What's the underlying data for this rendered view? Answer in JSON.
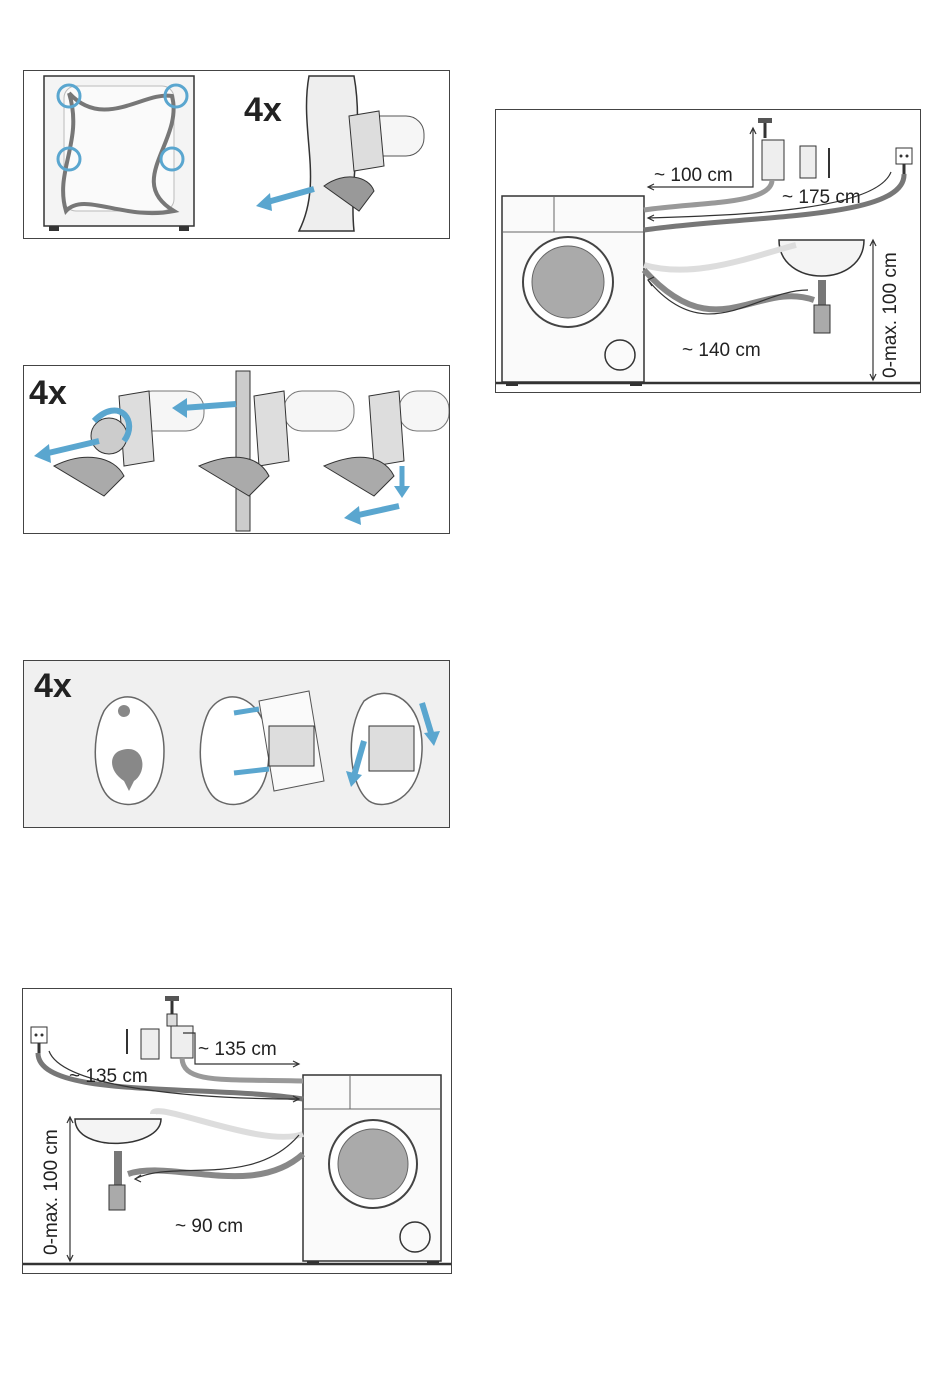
{
  "panel1": {
    "multiplier": "4x"
  },
  "panel2": {
    "multiplier": "4x"
  },
  "panel3": {
    "multiplier": "4x"
  },
  "panel4": {
    "dim_supply": "~ 135 cm",
    "dim_power": "~ 135 cm",
    "dim_drain": "~ 90 cm",
    "dim_height": "0-max. 100 cm"
  },
  "panel5": {
    "dim_supply": "~ 100 cm",
    "dim_power": "~ 175 cm",
    "dim_drain": "~ 140 cm",
    "dim_height": "0-max. 100 cm"
  },
  "colors": {
    "arrow_blue": "#5aa6cf",
    "line": "#333333",
    "hose": "#888888"
  }
}
